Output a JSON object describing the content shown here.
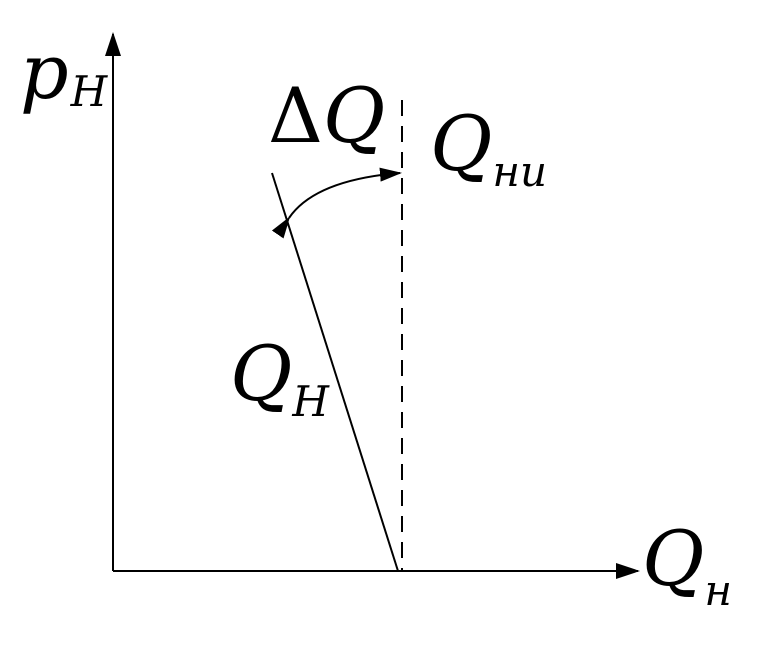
{
  "labels": {
    "y_axis": {
      "main": "p",
      "sub": "H"
    },
    "x_axis": {
      "main": "Q",
      "sub": "н"
    },
    "ideal_line": {
      "main": "Q",
      "sub": "ни"
    },
    "real_line": {
      "main": "Q",
      "sub": "H"
    },
    "delta": {
      "symbol": "Δ",
      "main": "Q"
    }
  },
  "colors": {
    "stroke": "#000000",
    "background": "#ffffff"
  }
}
